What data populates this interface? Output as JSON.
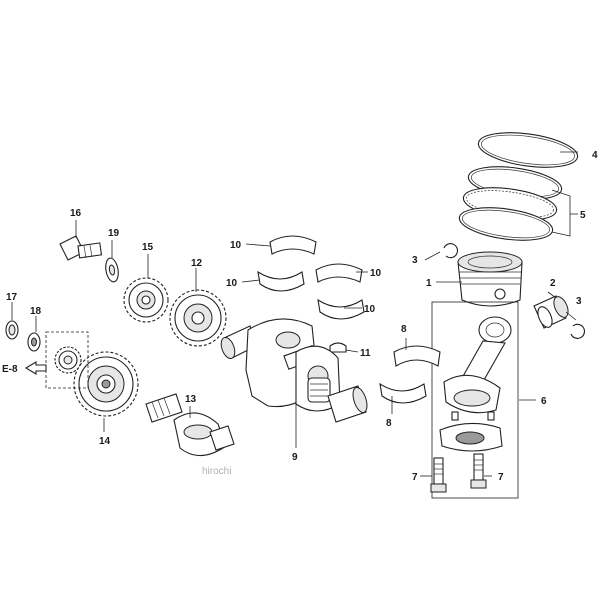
{
  "callouts": {
    "c1": "1",
    "c2": "2",
    "c3a": "3",
    "c3b": "3",
    "c4": "4",
    "c5": "5",
    "c6": "6",
    "c7a": "7",
    "c7b": "7",
    "c8a": "8",
    "c8b": "8",
    "c9": "9",
    "c10a": "10",
    "c10b": "10",
    "c10c": "10",
    "c10d": "10",
    "c11": "11",
    "c12": "12",
    "c13": "13",
    "c14": "14",
    "c15": "15",
    "c16": "16",
    "c17": "17",
    "c18": "18",
    "c19": "19"
  },
  "reference": "E-8",
  "watermark": "hirochi"
}
